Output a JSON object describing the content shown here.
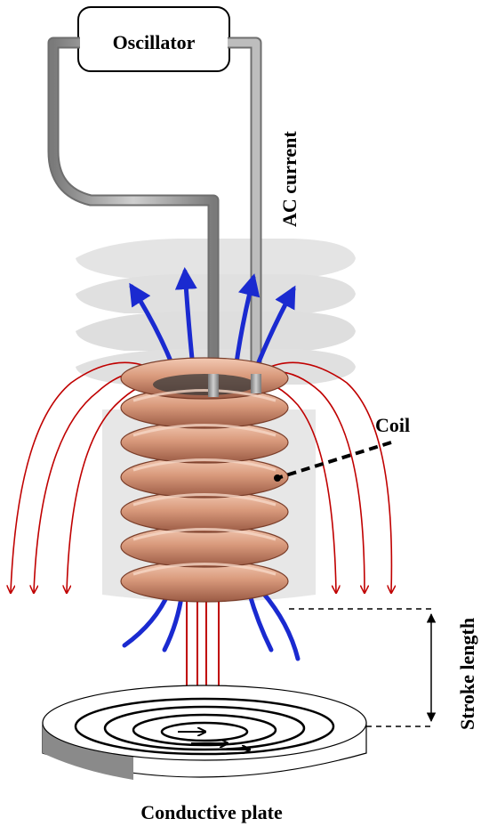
{
  "labels": {
    "oscillator": "Oscillator",
    "ac_current": "AC current",
    "coil": "Coil",
    "stroke_length": "Stroke length",
    "conductive_plate": "Conductive plate"
  },
  "colors": {
    "coil": "#d99a7c",
    "coil_dark": "#9a5a44",
    "wire": "#a9a9a9",
    "wire_dark": "#6e6e6e",
    "magnetic_field_blue": "#1a2ad0",
    "field_red": "#c00000",
    "housing": "#d9d9d9"
  }
}
